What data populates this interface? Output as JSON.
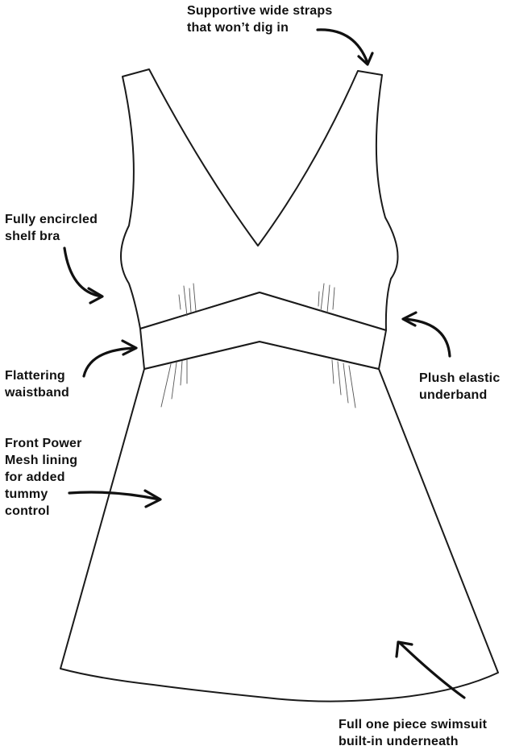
{
  "labels": {
    "straps": [
      "Supportive wide straps",
      "that won’t dig in"
    ],
    "shelf_bra": [
      "Fully encircled",
      "shelf bra"
    ],
    "waistband": [
      "Flattering",
      "waistband"
    ],
    "underband": [
      "Plush elastic",
      "underband"
    ],
    "power_mesh": [
      "Front Power",
      "Mesh lining",
      "for added",
      "tummy",
      "control"
    ],
    "swimsuit": [
      "Full one piece swimsuit",
      "built-in underneath"
    ]
  },
  "colors": {
    "line": "#1a1a1a",
    "text": "#111111",
    "background": "#ffffff"
  }
}
